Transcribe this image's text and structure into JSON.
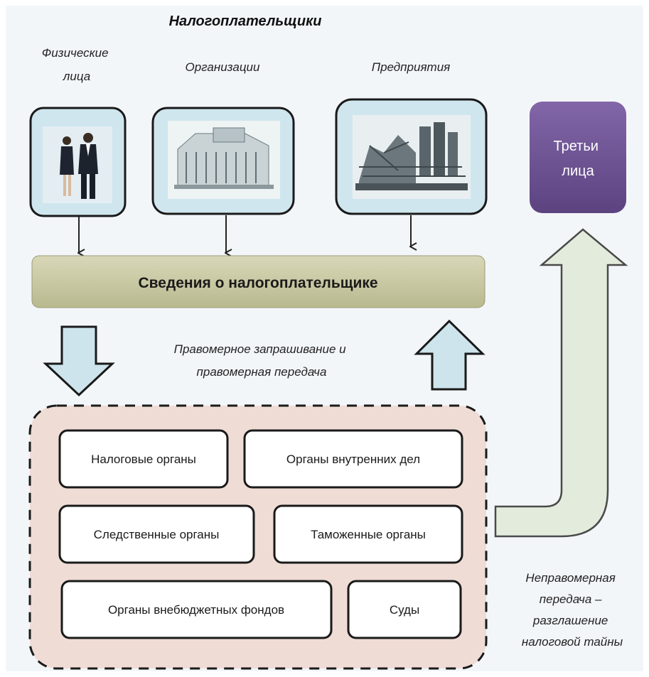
{
  "title": "Налогоплательщики",
  "categories": [
    {
      "label_lines": [
        "Физические",
        "лица"
      ],
      "image": "people-icon"
    },
    {
      "label_lines": [
        "Организации"
      ],
      "image": "building-icon"
    },
    {
      "label_lines": [
        "Предприятия"
      ],
      "image": "factory-icon"
    }
  ],
  "third_parties": {
    "lines": [
      "Третьи",
      "лица"
    ]
  },
  "info_bar": "Сведения о налогоплательщике",
  "lawful_caption": [
    "Правомерное запрашивание и",
    "правомерная передача"
  ],
  "organs": [
    "Налоговые органы",
    "Органы внутренних дел",
    "Следственные органы",
    "Таможенные органы",
    "Органы внебюджетных фондов",
    "Суды"
  ],
  "unlawful_caption": [
    "Неправомерная",
    "передача –",
    "разглашение",
    "налоговой тайны"
  ],
  "colors": {
    "panel_bg": "#f3f6f9",
    "category_fill": "#cfe6ee",
    "info_bar_fill": "#c9c9a3",
    "third_party_fill": "#6a4f8f",
    "organs_area_fill": "#efdcd5",
    "arrow_blue": "#cde4ec",
    "arrow_green": "#e3ecdc"
  }
}
